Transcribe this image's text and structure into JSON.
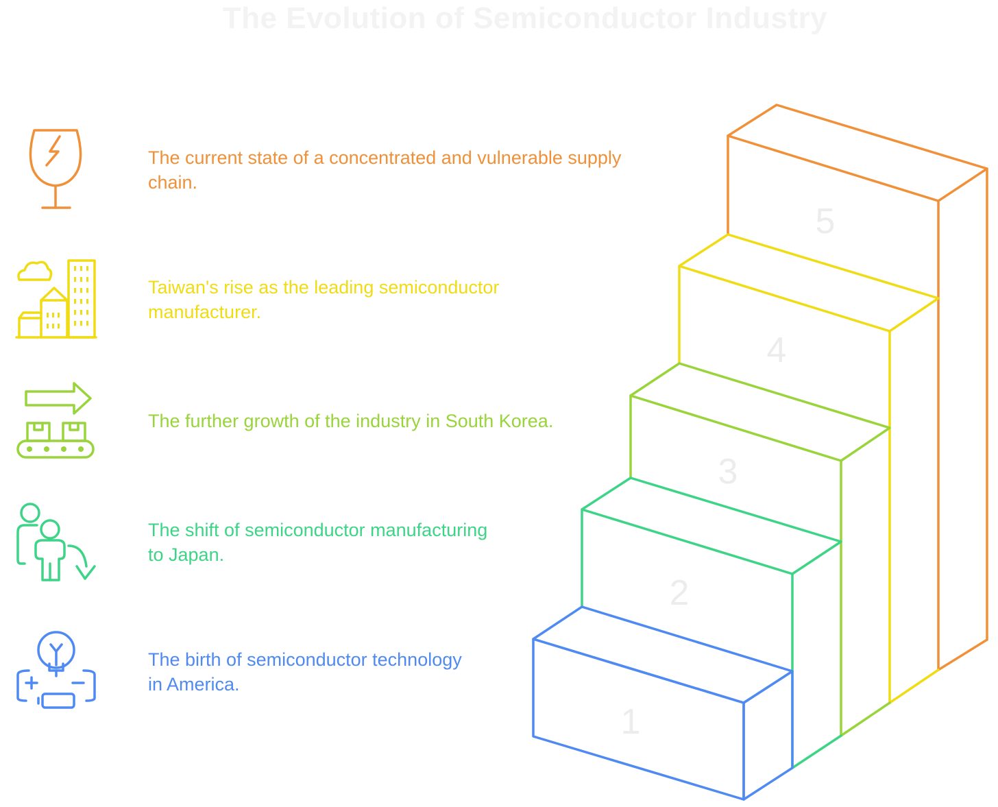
{
  "title": "The Evolution of Semiconductor Industry",
  "steps": [
    {
      "number": "1",
      "text": "The birth of semiconductor technology\nin America.",
      "color": "#4f8af2",
      "icon": "lightbulb-battery-icon"
    },
    {
      "number": "2",
      "text": "The shift of semiconductor manufacturing\nto Japan.",
      "color": "#3ed488",
      "icon": "people-transfer-icon"
    },
    {
      "number": "3",
      "text": "The further growth of the industry in South Korea.",
      "color": "#98d43a",
      "icon": "conveyor-belt-icon"
    },
    {
      "number": "4",
      "text": "Taiwan's rise as the leading semiconductor\nmanufacturer.",
      "color": "#f0dc14",
      "icon": "city-buildings-icon"
    },
    {
      "number": "5",
      "text": "The current state of a concentrated and vulnerable supply\nchain.",
      "color": "#f0913a",
      "icon": "broken-glass-icon"
    }
  ]
}
